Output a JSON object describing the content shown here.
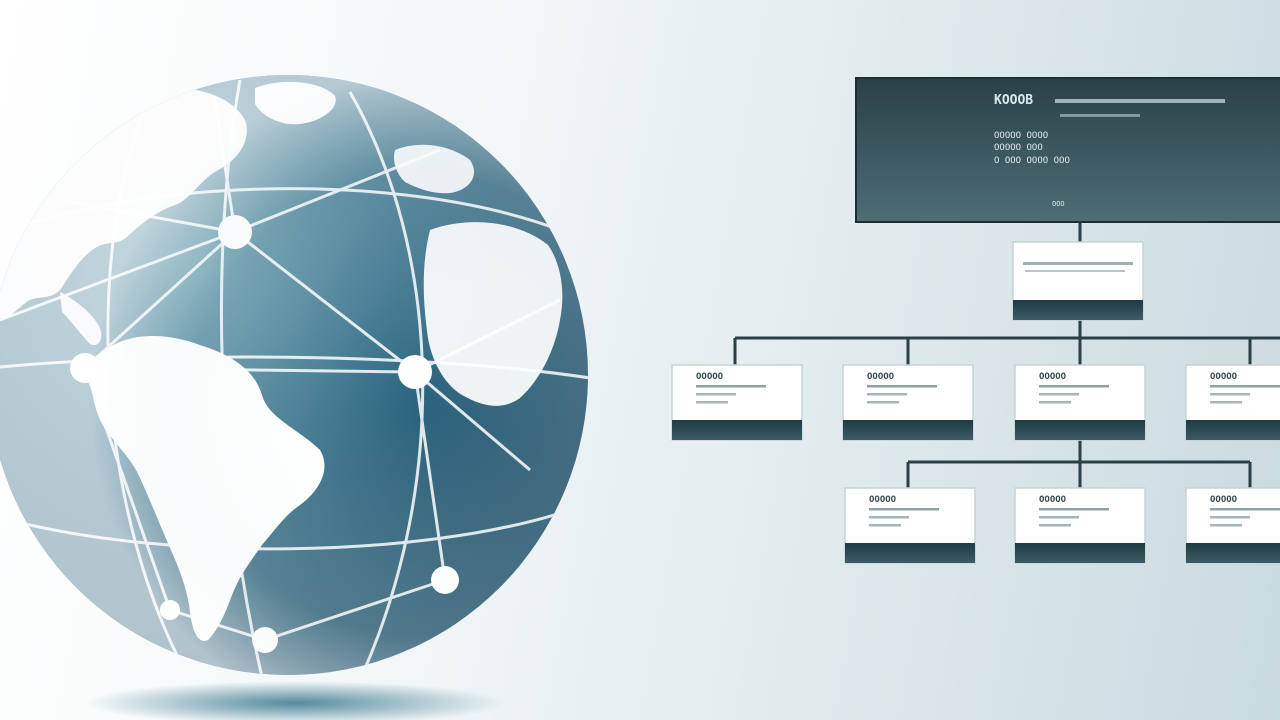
{
  "scene": {
    "description_kind": "illustration",
    "palette": {
      "globe_light": "#6fa3b0",
      "globe_mid": "#2f6b85",
      "globe_dark": "#1d4f6c",
      "land": "#ffffff",
      "node": "#ffffff",
      "panel_dark": "#2f4a52",
      "panel_mid": "#46656d",
      "box_face": "#ffffff",
      "box_bar": "#244049",
      "connector": "#2b3f46"
    }
  },
  "globe": {
    "icon": "network-globe-icon"
  },
  "org_chart": {
    "top_panel": {
      "title": "KOOOB",
      "line1": "OOOOO OOOO",
      "line2": "OOOOO OOO",
      "line3": "O OOO OOOO OOO",
      "footer": "OOO"
    },
    "level1": [
      {
        "id": "center"
      }
    ],
    "level2": [
      {
        "id": "a",
        "title": "OOOOO"
      },
      {
        "id": "b",
        "title": "OOOOO"
      },
      {
        "id": "c",
        "title": "OOOOO"
      },
      {
        "id": "d",
        "title": "OOOOO"
      }
    ],
    "level3": [
      {
        "id": "e",
        "title": "OOOOO"
      },
      {
        "id": "f",
        "title": "OOOOO"
      },
      {
        "id": "g",
        "title": "OOOOO"
      }
    ]
  }
}
